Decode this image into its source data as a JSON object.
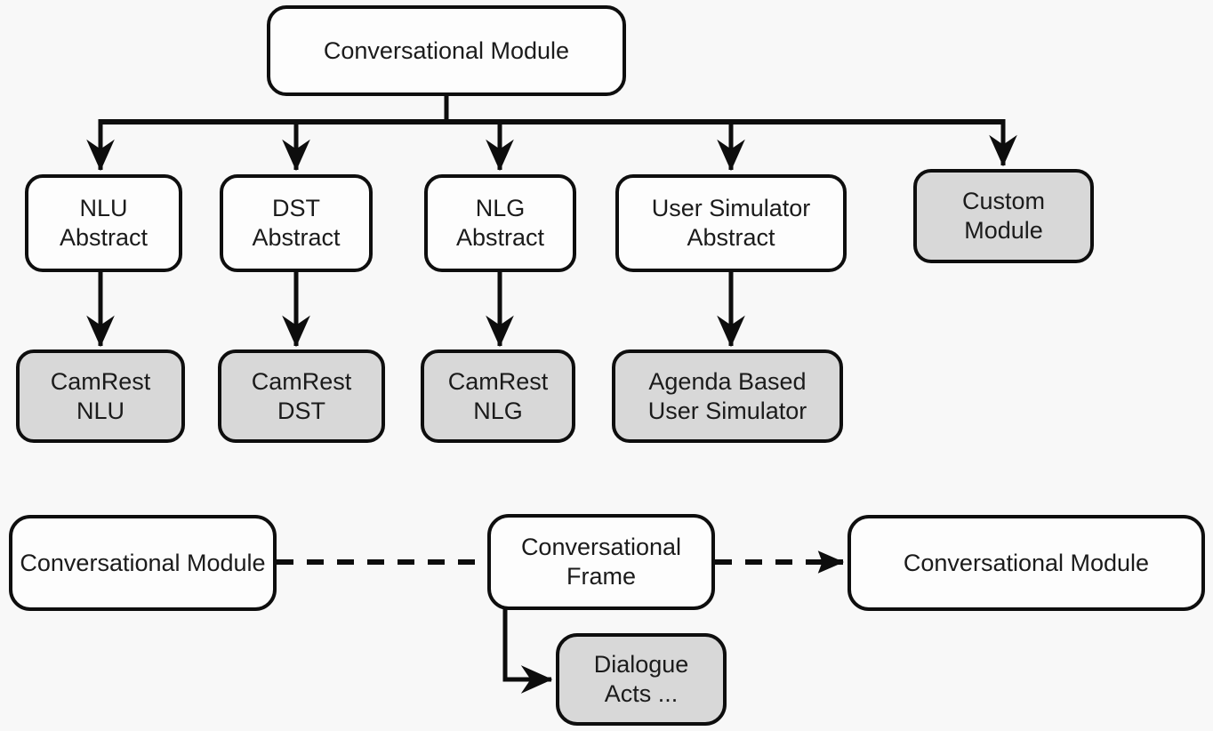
{
  "diagram": {
    "type": "class-hierarchy-and-flow",
    "colors": {
      "background": "#f8f8f8",
      "node_fill_white": "#fdfdfd",
      "node_fill_gray": "#d8d8d8",
      "stroke": "#0d0d0d",
      "text": "#1b1b1b"
    },
    "nodes": {
      "root": {
        "label": "Conversational Module",
        "fill": "white"
      },
      "nlu_abstract": {
        "label": "NLU\nAbstract",
        "fill": "white"
      },
      "dst_abstract": {
        "label": "DST\nAbstract",
        "fill": "white"
      },
      "nlg_abstract": {
        "label": "NLG\nAbstract",
        "fill": "white"
      },
      "user_sim_abstract": {
        "label": "User Simulator\nAbstract",
        "fill": "white"
      },
      "custom_module": {
        "label": "Custom\nModule",
        "fill": "gray"
      },
      "camrest_nlu": {
        "label": "CamRest\nNLU",
        "fill": "gray"
      },
      "camrest_dst": {
        "label": "CamRest\nDST",
        "fill": "gray"
      },
      "camrest_nlg": {
        "label": "CamRest\nNLG",
        "fill": "gray"
      },
      "agenda_user_sim": {
        "label": "Agenda Based\nUser Simulator",
        "fill": "gray"
      },
      "conv_module_left": {
        "label": "Conversational Module",
        "fill": "white"
      },
      "conv_frame": {
        "label": "Conversational\nFrame",
        "fill": "white"
      },
      "conv_module_right": {
        "label": "Conversational Module",
        "fill": "white"
      },
      "dialogue_acts": {
        "label": "Dialogue\nActs ...",
        "fill": "gray"
      }
    },
    "edges": [
      {
        "from": "Conversational Module",
        "to": "NLU Abstract",
        "style": "solid-arrow"
      },
      {
        "from": "Conversational Module",
        "to": "DST Abstract",
        "style": "solid-arrow"
      },
      {
        "from": "Conversational Module",
        "to": "NLG Abstract",
        "style": "solid-arrow"
      },
      {
        "from": "Conversational Module",
        "to": "User Simulator Abstract",
        "style": "solid-arrow"
      },
      {
        "from": "Conversational Module",
        "to": "Custom Module",
        "style": "solid-arrow"
      },
      {
        "from": "NLU Abstract",
        "to": "CamRest NLU",
        "style": "solid-arrow"
      },
      {
        "from": "DST Abstract",
        "to": "CamRest DST",
        "style": "solid-arrow"
      },
      {
        "from": "NLG Abstract",
        "to": "CamRest NLG",
        "style": "solid-arrow"
      },
      {
        "from": "User Simulator Abstract",
        "to": "Agenda Based User Simulator",
        "style": "solid-arrow"
      },
      {
        "from": "Conversational Module (left)",
        "to": "Conversational Frame",
        "style": "dashed-line-no-arrow"
      },
      {
        "from": "Conversational Frame",
        "to": "Conversational Module (right)",
        "style": "dashed-arrow"
      },
      {
        "from": "Conversational Frame",
        "to": "Dialogue Acts ...",
        "style": "solid-elbow-arrow"
      }
    ]
  }
}
